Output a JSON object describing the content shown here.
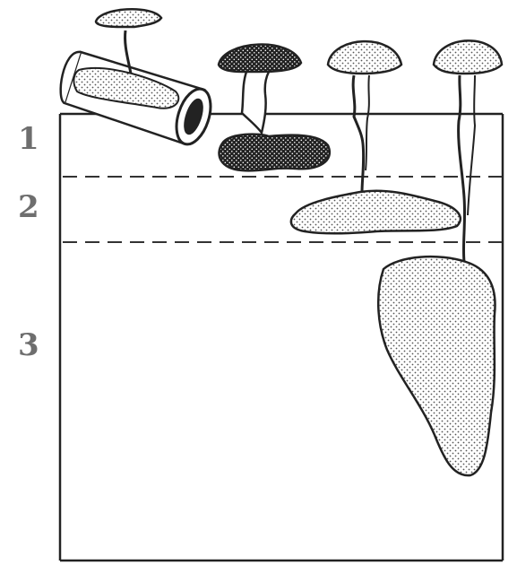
{
  "layers": [
    {
      "label": "1"
    },
    {
      "label": "2"
    },
    {
      "label": "3"
    }
  ]
}
